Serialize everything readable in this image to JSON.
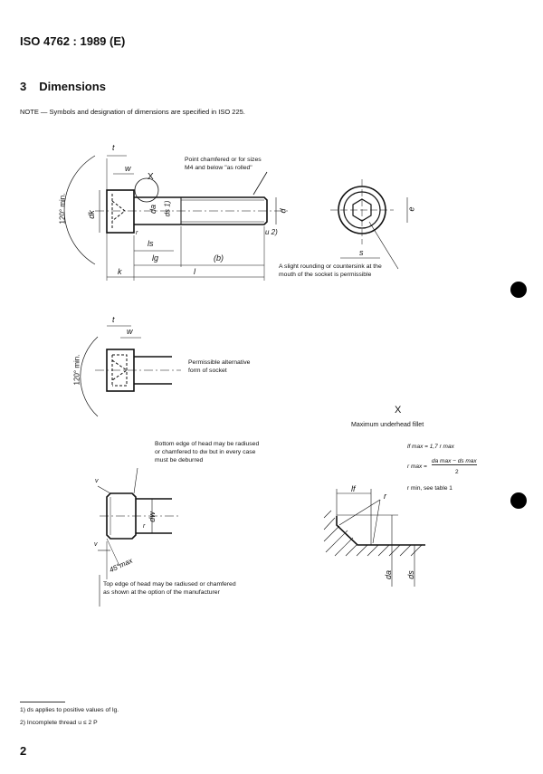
{
  "header": {
    "title": "ISO 4762 : 1989 (E)"
  },
  "section": {
    "number": "3",
    "title": "Dimensions"
  },
  "note": "NOTE — Symbols and designation of dimensions are specified in ISO 225.",
  "figure1": {
    "labels": {
      "t": "t",
      "w": "w",
      "x": "X",
      "dk": "dk",
      "angle": "120° min.",
      "da": "da",
      "ds": "ds 1)",
      "d": "d",
      "u": "u 2)",
      "r": "r",
      "ls": "ls",
      "lg": "lg",
      "b": "(b)",
      "l": "l",
      "k": "k",
      "e": "e",
      "s": "s"
    },
    "note_point": "Point chamfered or for sizes M4 and below \"as rolled\"",
    "note_socket": "A slight rounding or countersink at the mouth of the socket is permissible"
  },
  "figure2": {
    "labels": {
      "t": "t",
      "w": "w",
      "angle": "120° min."
    },
    "note": "Permissible alternative form of socket"
  },
  "figure3": {
    "labels": {
      "v_top": "v",
      "v_bottom": "v",
      "dw": "dw",
      "r": "r",
      "chamfer": "45°max"
    },
    "note_bottom": "Bottom edge of head may be radiused or chamfered to dw but in every case must be deburred",
    "note_top": "Top edge of head may be radiused or chamfered as shown at the option of the manufacturer"
  },
  "detail_x": {
    "title": "X",
    "subtitle": "Maximum underhead fillet",
    "formula1": "lf max = 1,7 r max",
    "formula2_lhs": "r max =",
    "formula2_num": "da max − ds max",
    "formula2_den": "2",
    "formula3": "r min, see table 1",
    "labels": {
      "lf": "lf",
      "r": "r",
      "da": "da",
      "ds": "ds"
    }
  },
  "footnotes": [
    "1)  ds applies to positive values of lg.",
    "2)  Incomplete thread u ≤ 2 P"
  ],
  "page_number": "2"
}
